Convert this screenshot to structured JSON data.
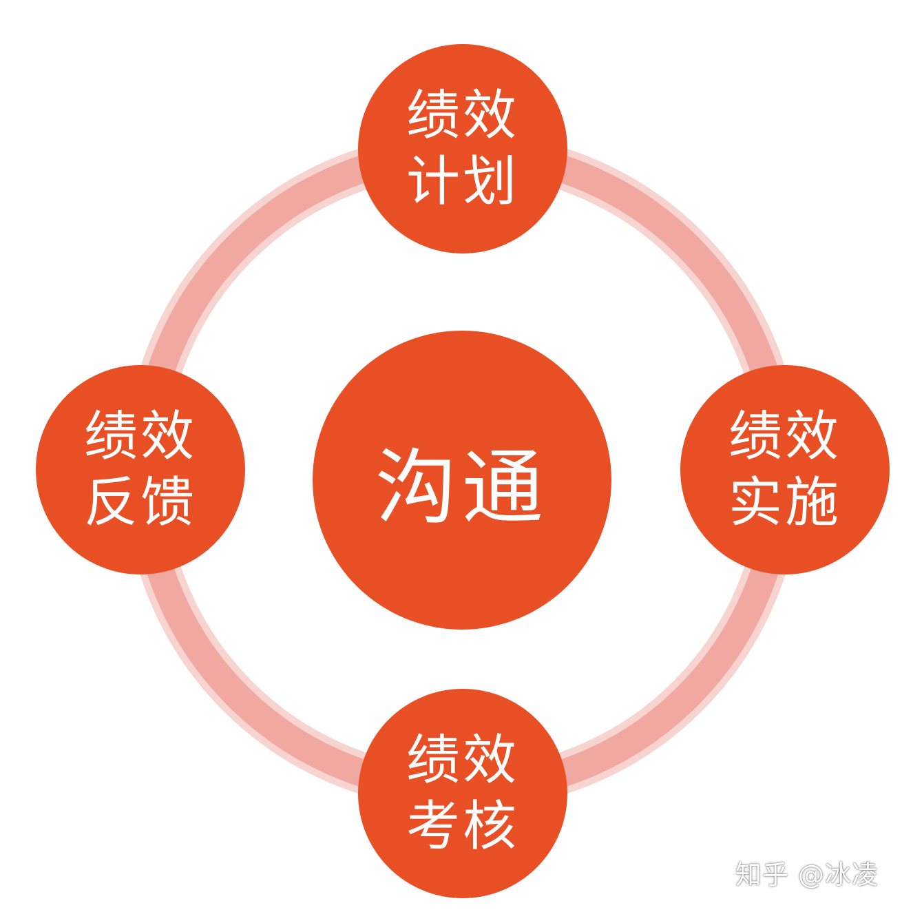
{
  "diagram": {
    "center": {
      "label": "沟通"
    },
    "nodes": {
      "top": {
        "line1": "绩效",
        "line2": "计划"
      },
      "right": {
        "line1": "绩效",
        "line2": "实施"
      },
      "bottom": {
        "line1": "绩效",
        "line2": "考核"
      },
      "left": {
        "line1": "绩效",
        "line2": "反馈"
      }
    },
    "colors": {
      "node_fill": "#e84f25",
      "ring": "#f0a8a0",
      "ring_halo": "#f7d4cf",
      "text": "#ffffff"
    }
  },
  "watermark": {
    "text": "知乎 @冰凌"
  }
}
